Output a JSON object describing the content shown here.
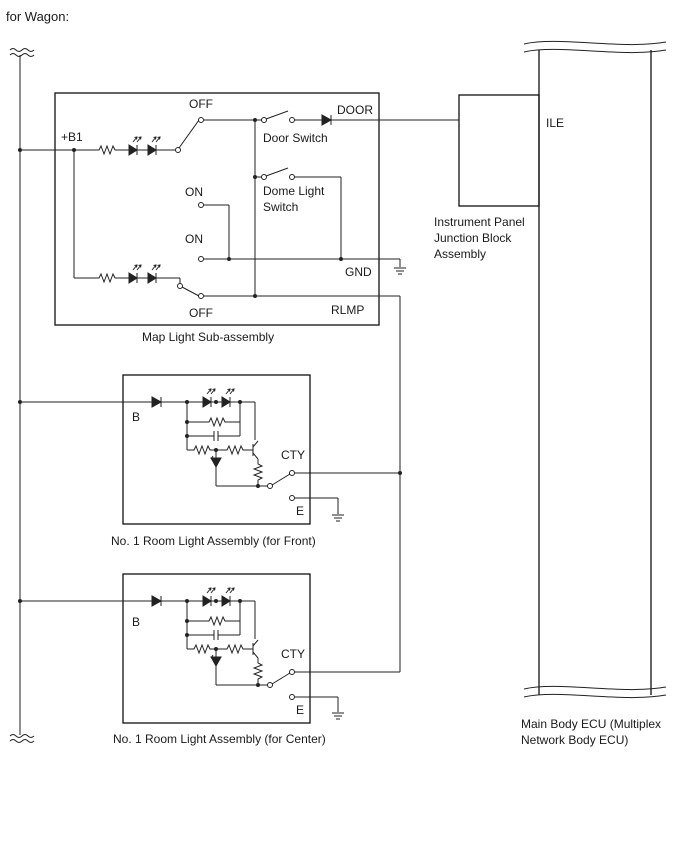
{
  "header": {
    "title": "for Wagon:"
  },
  "map_light": {
    "name": "Map Light Sub-assembly",
    "b1_label": "+B1",
    "off_top": "OFF",
    "on_upper": "ON",
    "on_lower": "ON",
    "off_bottom": "OFF",
    "door_switch": "Door Switch",
    "dome_switch_line1": "Dome Light",
    "dome_switch_line2": "Switch",
    "door_terminal": "DOOR",
    "gnd_terminal": "GND",
    "rlmp_terminal": "RLMP"
  },
  "junction_block": {
    "line1": "Instrument Panel",
    "line2": "Junction Block",
    "line3": "Assembly"
  },
  "room_front": {
    "name": "No. 1 Room Light Assembly (for Front)",
    "b_label": "B",
    "cty_label": "CTY",
    "e_label": "E"
  },
  "room_center": {
    "name": "No. 1 Room Light Assembly (for Center)",
    "b_label": "B",
    "cty_label": "CTY",
    "e_label": "E"
  },
  "ecu": {
    "ile_label": "ILE",
    "name_line1": "Main Body ECU (Multiplex",
    "name_line2": "Network Body ECU)"
  }
}
